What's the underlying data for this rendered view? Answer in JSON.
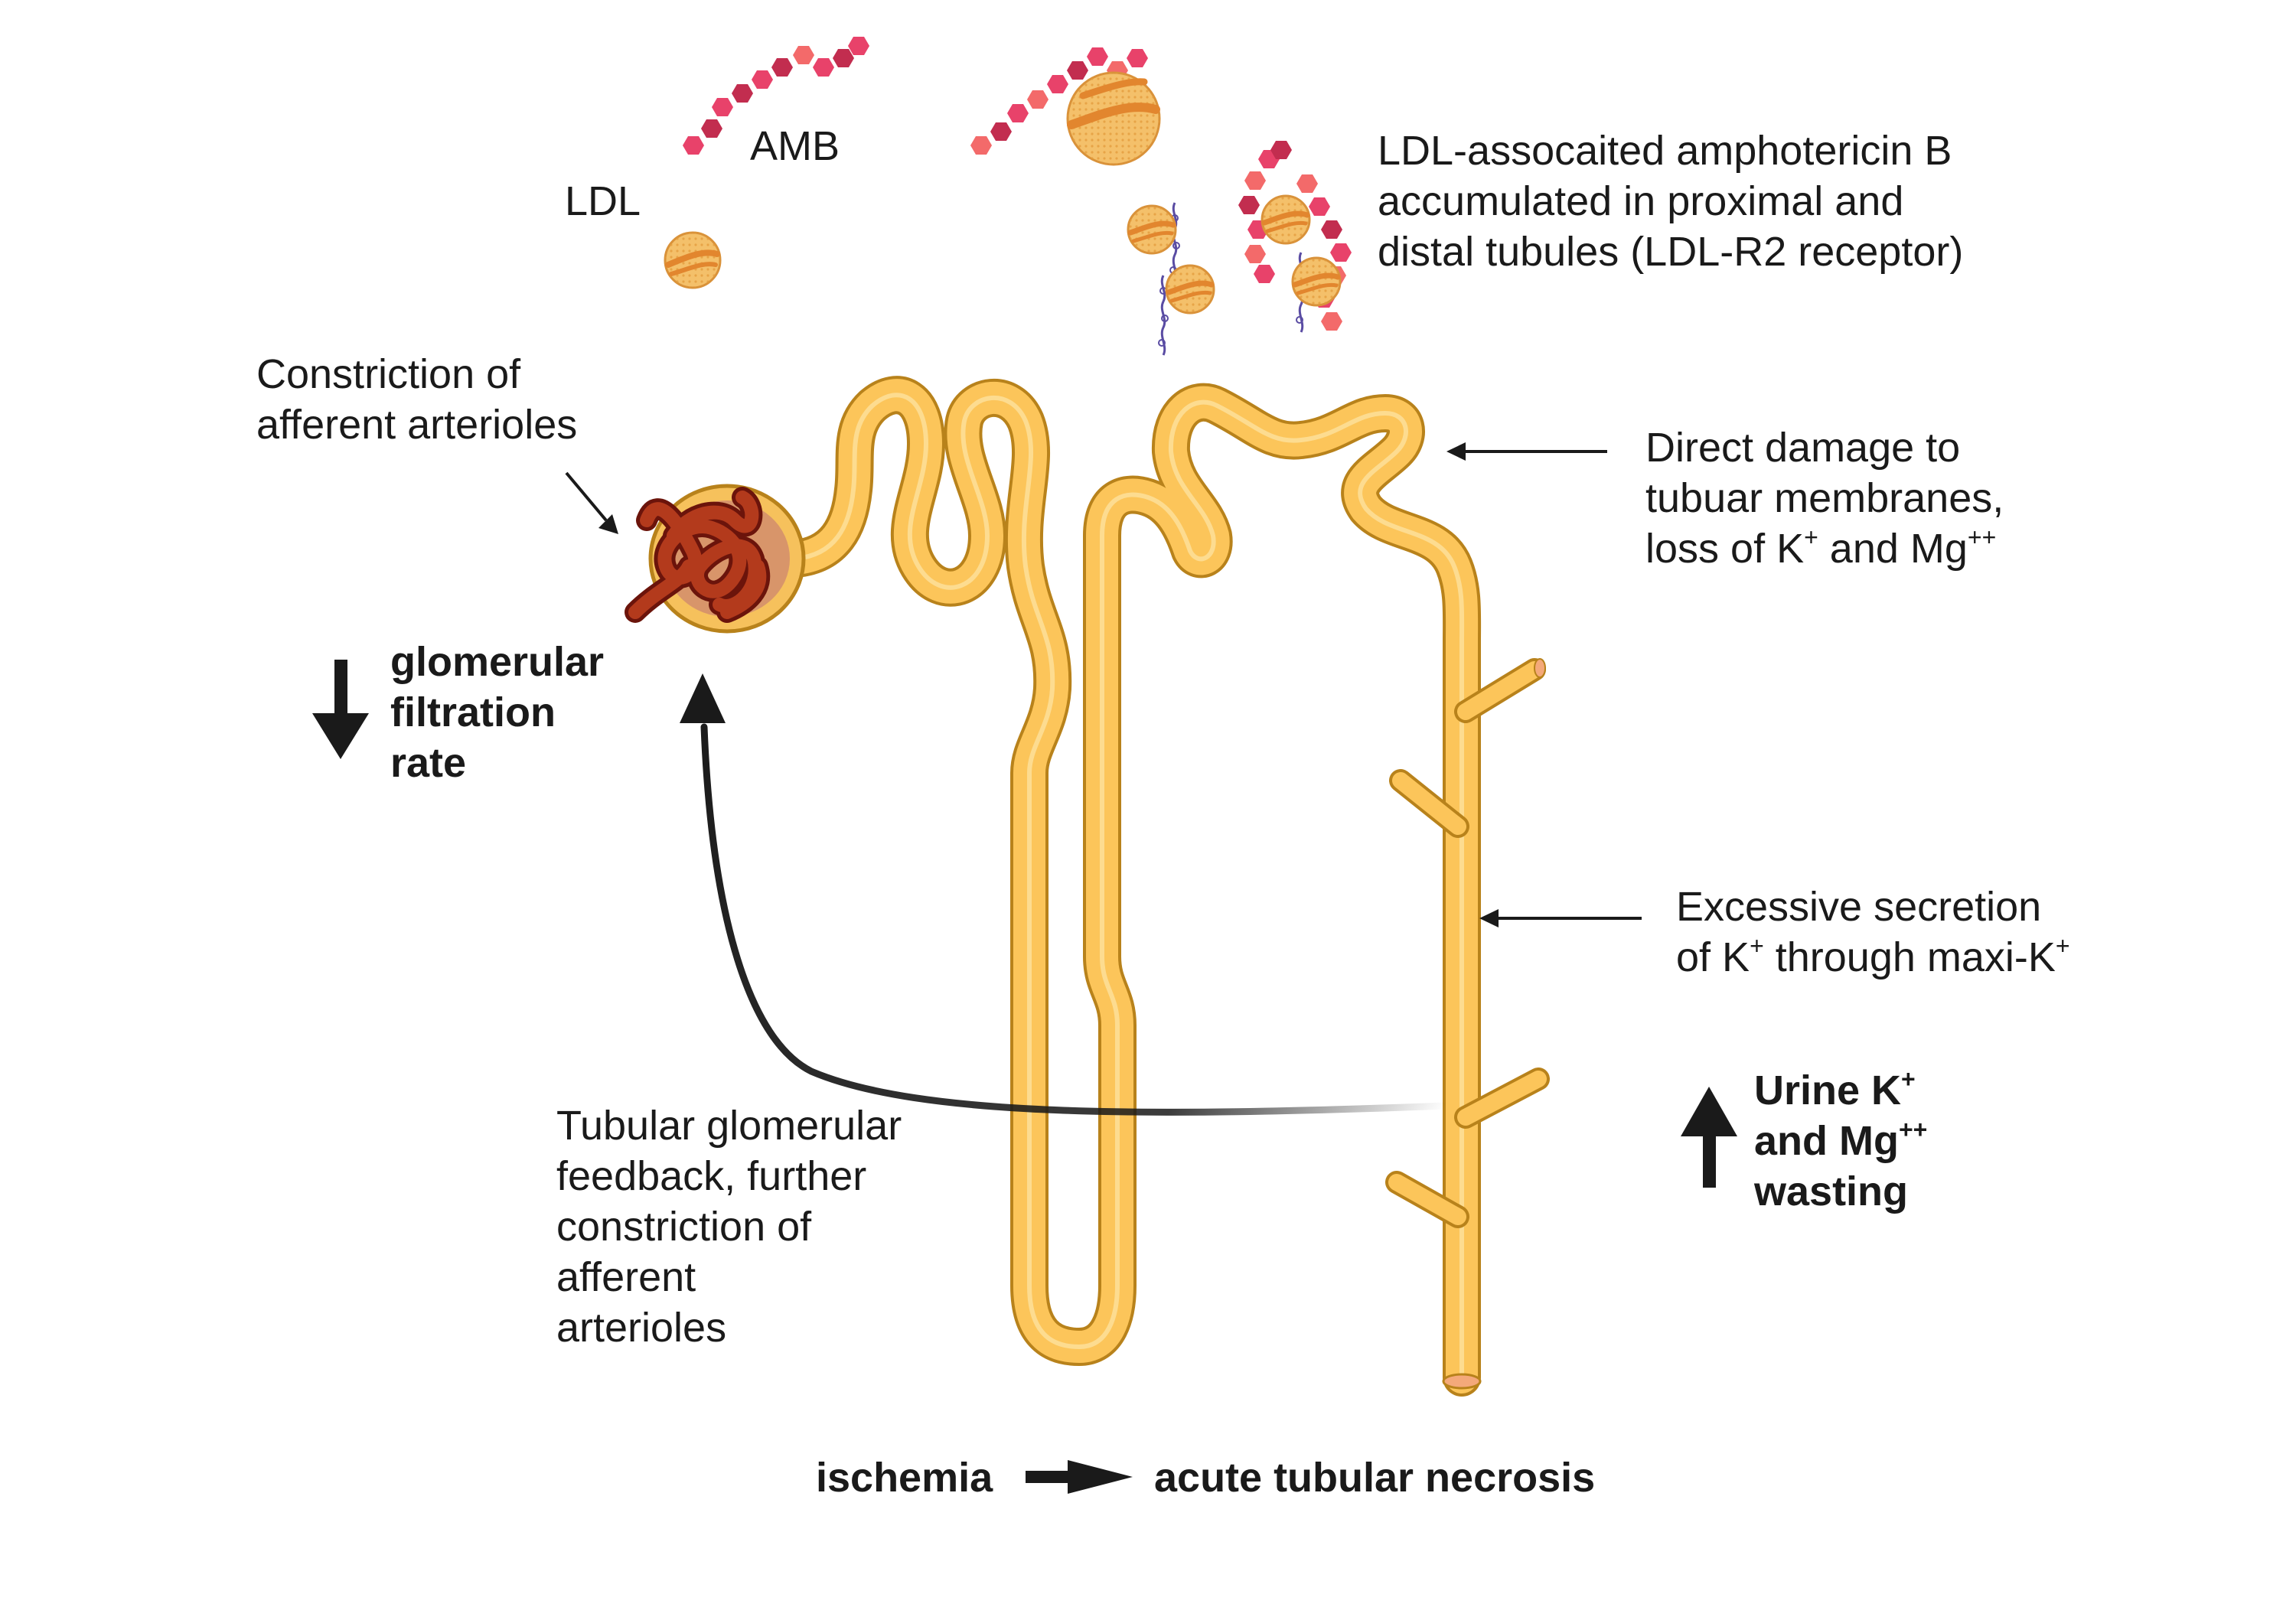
{
  "colors": {
    "tubule_fill": "#fcc55a",
    "tubule_stroke": "#b8821b",
    "tubule_highlight": "#fde3a3",
    "capsule_fill": "#f6c15c",
    "capsule_inner": "#d8956a",
    "glomerulus_dark": "#8b1d12",
    "glomerulus_mid": "#b33a1c",
    "amb_red": "#e8426a",
    "amb_dark": "#c22d4f",
    "amb_light": "#f36a6a",
    "ldl_fill": "#f4c06a",
    "ldl_band": "#e2862e",
    "receptor": "#5a4ca3",
    "arrow_dark": "#1a1a1a"
  },
  "icons": [
    "ldl-particle-icon",
    "amb-molecule-icon",
    "ldl-amb-complex-icon",
    "ldl-receptor-icon",
    "glomerulus-icon",
    "nephron-icon",
    "down-arrow-icon",
    "up-arrow-icon",
    "right-arrow-icon",
    "feedback-arrow-icon"
  ],
  "labels": {
    "amb": "AMB",
    "ldl": "LDL",
    "ldl_amb_accumulation": [
      "LDL-assocaited amphotericin B",
      "accumulated in proximal and",
      "distal tubules (LDL-R2 receptor)"
    ],
    "constriction": [
      "Constriction of",
      "afferent arterioles"
    ],
    "direct_damage": {
      "line1": "Direct damage to",
      "line2": "tubuar membranes,",
      "line3_a": "loss of K",
      "line3_sup1": "+",
      "line3_b": " and Mg",
      "line3_sup2": "++"
    },
    "gfr": [
      "glomerular",
      "filtration",
      "rate"
    ],
    "excessive_secretion": {
      "line1": "Excessive secretion",
      "line2_a": "of K",
      "line2_sup1": "+",
      "line2_b": "  through maxi-K",
      "line2_sup2": "+"
    },
    "urine_wasting": {
      "line1_a": "Urine K",
      "line1_sup": "+",
      "line2_a": "and Mg",
      "line2_sup": "++",
      "line3": "wasting"
    },
    "feedback": [
      "Tubular glomerular",
      "feedback, further",
      "constriction of",
      "afferent",
      "arterioles"
    ],
    "ischemia": "ischemia",
    "necrosis": "acute tubular necrosis"
  }
}
